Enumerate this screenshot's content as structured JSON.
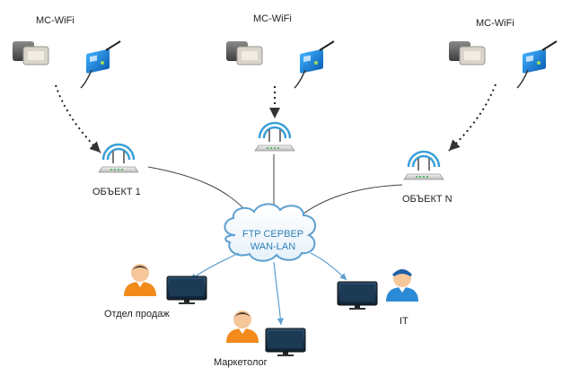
{
  "nodes": {
    "device_left_label": "MC-WiFi",
    "device_center_label": "MC-WiFi",
    "device_right_label": "MC-WiFi",
    "router_left_label": "ОБЪЕКТ 1",
    "router_right_label": "ОБЪЕКТ N",
    "server_line1": "FTP СЕРВЕР",
    "server_line2": "WAN-LAN",
    "user_sales_label": "Отдел продаж",
    "user_marketing_label": "Маркетолог",
    "user_it_label": "IT"
  },
  "icons": [
    "card-reader-icon",
    "wifi-module-icon",
    "router-icon",
    "cloud-icon",
    "person-icon",
    "monitor-icon"
  ],
  "colors": {
    "cloud_stroke": "#5c9fd0",
    "cloud_text": "#2f7fb8",
    "wifi_blue": "#3aa0d8",
    "arrow_gray": "#555555",
    "person_orange": "#f28a1c",
    "person_blue": "#2b8ad6"
  }
}
